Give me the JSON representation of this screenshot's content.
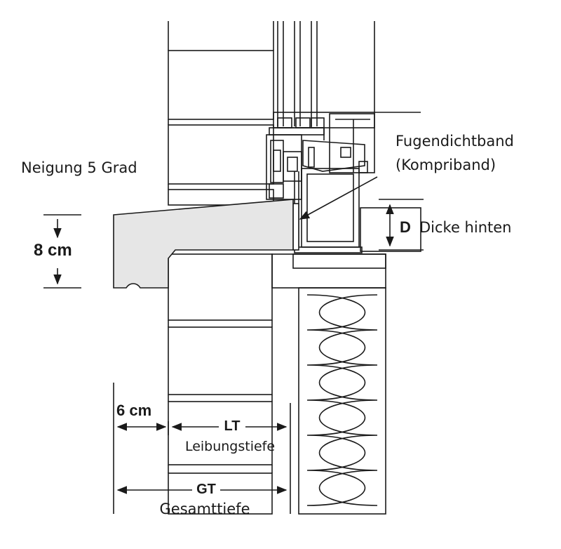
{
  "labels": {
    "slope": "Neigung 5 Grad",
    "sealing_tape_line1": "Fugendichtband",
    "sealing_tape_line2": "(Kompriband)",
    "thickness_letter": "D",
    "thickness_text": "Dicke hinten",
    "sill_height": "8 cm",
    "overhang": "6 cm",
    "lt_abbrev": "LT",
    "lt_text": "Leibungstiefe",
    "gt_abbrev": "GT",
    "gt_text": "Gesamttiefe"
  },
  "colors": {
    "line": "#1a1a1a",
    "sill_fill": "#e6e6e6",
    "background": "#ffffff"
  }
}
